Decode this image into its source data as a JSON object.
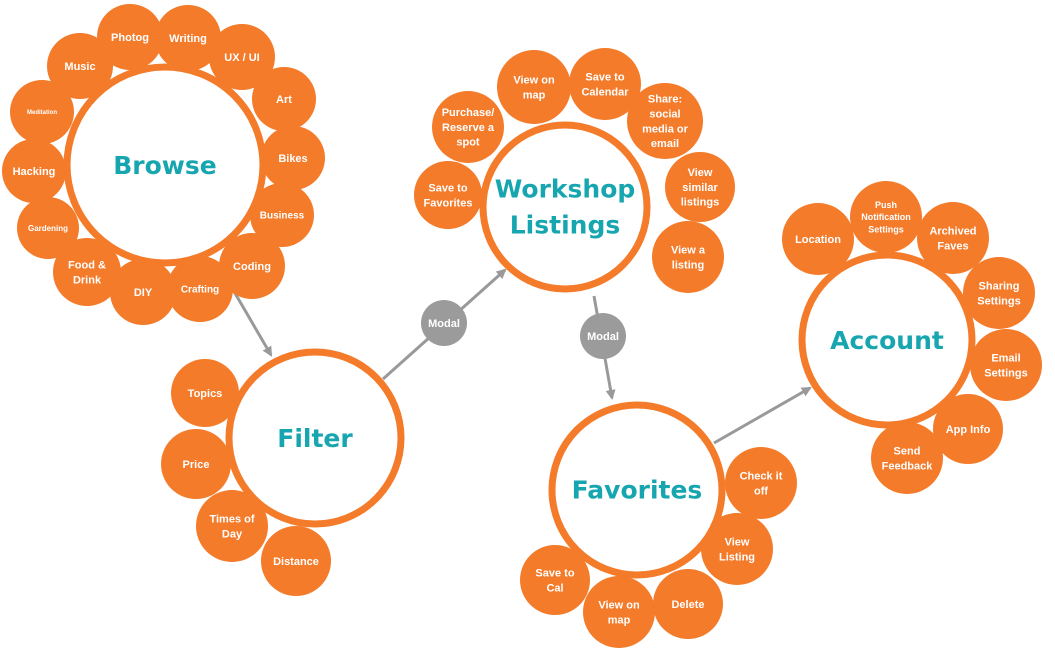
{
  "colors": {
    "petal": "#f47b2a",
    "hub_text": "#17a6b0",
    "modal": "#9b9b9b",
    "arrow": "#999999"
  },
  "hubs": [
    {
      "id": "browse",
      "label": [
        "Browse"
      ],
      "petals": [
        [
          "Photog"
        ],
        [
          "Writing"
        ],
        [
          "UX / UI"
        ],
        [
          "Art"
        ],
        [
          "Bikes"
        ],
        [
          "Business"
        ],
        [
          "Coding"
        ],
        [
          "Crafting"
        ],
        [
          "DIY"
        ],
        [
          "Food &",
          "Drink"
        ],
        [
          "Gardening"
        ],
        [
          "Hacking"
        ],
        [
          "Meditation"
        ],
        [
          "Music"
        ]
      ]
    },
    {
      "id": "filter",
      "label": [
        "Filter"
      ],
      "petals": [
        [
          "Topics"
        ],
        [
          "Price"
        ],
        [
          "Times of",
          "Day"
        ],
        [
          "Distance"
        ]
      ]
    },
    {
      "id": "workshop-listings",
      "label": [
        "Workshop",
        "Listings"
      ],
      "petals": [
        [
          "View on",
          "map"
        ],
        [
          "Save to",
          "Calendar"
        ],
        [
          "Share:",
          "social",
          "media or",
          "email"
        ],
        [
          "View",
          "similar",
          "listings"
        ],
        [
          "View a",
          "listing"
        ],
        [
          "Save to",
          "Favorites"
        ],
        [
          "Purchase/",
          "Reserve a",
          "spot"
        ]
      ]
    },
    {
      "id": "favorites",
      "label": [
        "Favorites"
      ],
      "petals": [
        [
          "Check it",
          "off"
        ],
        [
          "View",
          "Listing"
        ],
        [
          "Delete"
        ],
        [
          "View on",
          "map"
        ],
        [
          "Save to",
          "Cal"
        ]
      ]
    },
    {
      "id": "account",
      "label": [
        "Account"
      ],
      "petals": [
        [
          "Location"
        ],
        [
          "Push",
          "Notification",
          "Settings"
        ],
        [
          "Archived",
          "Faves"
        ],
        [
          "Sharing",
          "Settings"
        ],
        [
          "Email",
          "Settings"
        ],
        [
          "App Info"
        ],
        [
          "Send",
          "Feedback"
        ]
      ]
    }
  ],
  "modals": [
    "Modal",
    "Modal"
  ]
}
